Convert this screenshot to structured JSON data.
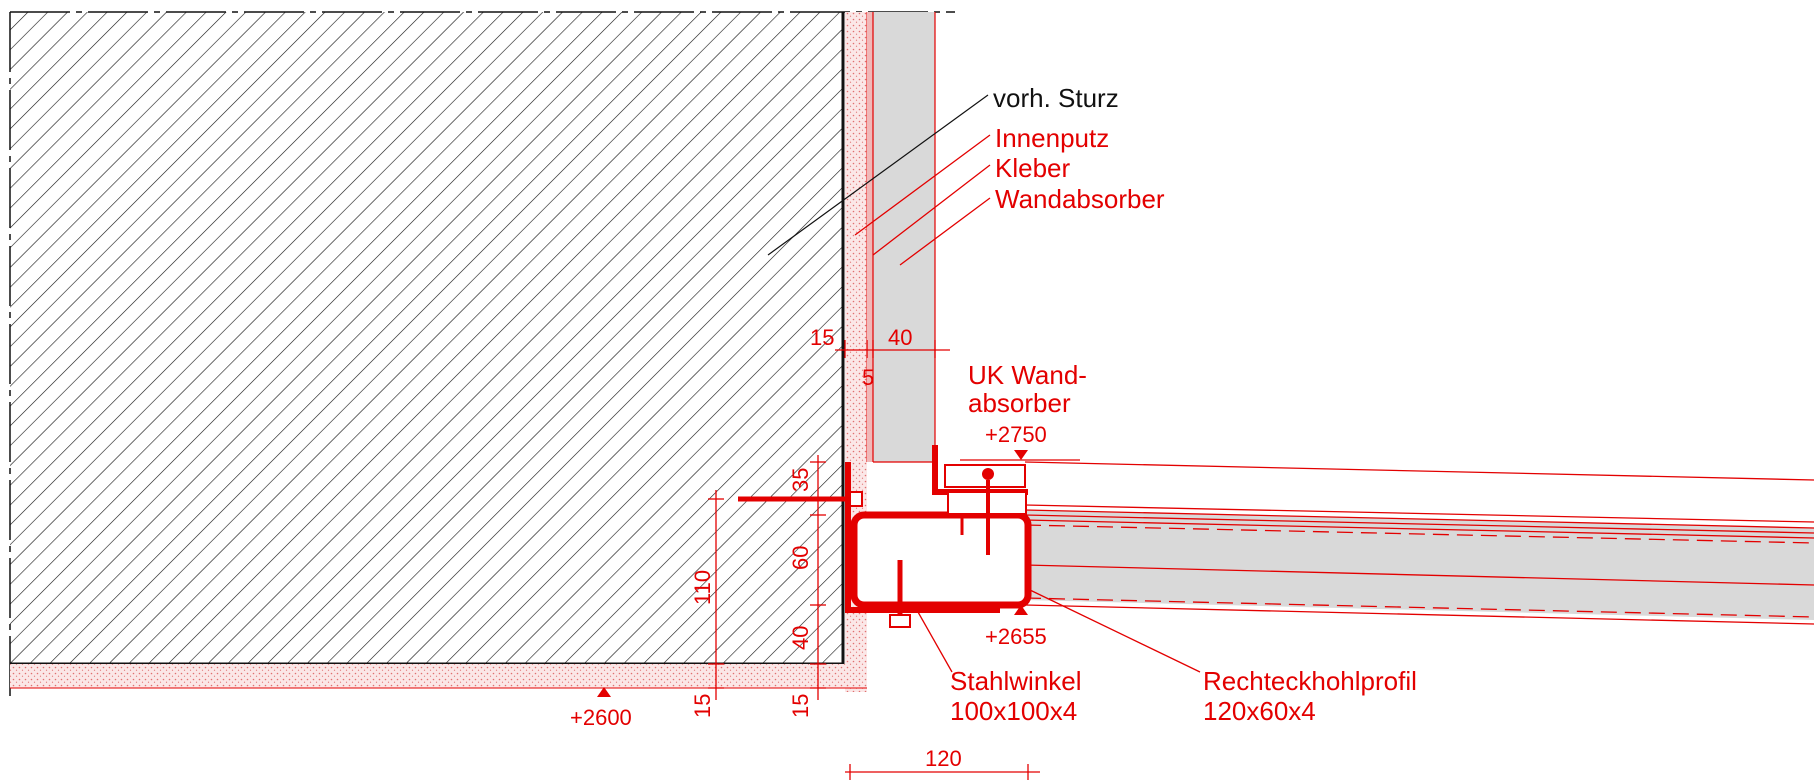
{
  "labels": {
    "lintel": "vorh. Sturz",
    "interior_plaster": "Innenputz",
    "adhesive": "Kleber",
    "wall_absorber": "Wandabsorber",
    "uk_line1": "UK Wand-",
    "uk_line2": "absorber",
    "angle_line1": "Stahlwinkel",
    "angle_line2": "100x100x4",
    "rhs_line1": "Rechteckhohlprofil",
    "rhs_line2": "120x60x4"
  },
  "levels": {
    "absorber_bottom": "+2750",
    "profile_bottom": "+2655",
    "floor": "+2600"
  },
  "dimensions": {
    "plaster": "15",
    "adhesive": "5",
    "absorber": "40",
    "d35": "35",
    "d60": "60",
    "d40": "40",
    "d110": "110",
    "d15a": "15",
    "d15b": "15",
    "d120": "120"
  },
  "colors": {
    "annotation": "#e30000",
    "hatch": "#111111",
    "absorber_fill": "#d9d9d9",
    "plaster_fill": "#f4d2d2"
  }
}
